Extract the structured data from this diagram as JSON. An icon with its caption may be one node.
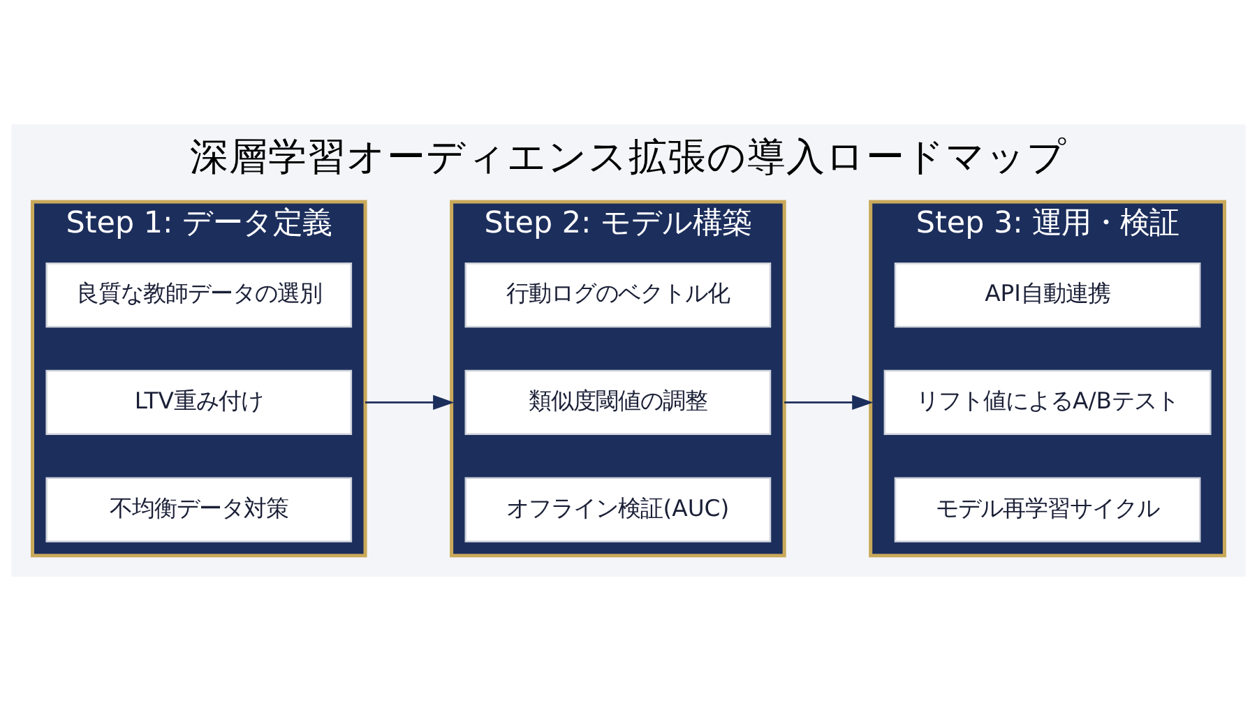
{
  "diagram": {
    "title": "深層学習オーディエンス拡張の導入ロードマップ",
    "nodes": [
      {
        "text": [
          "Step 1: データ定義"
        ]
      },
      {
        "text": [
          "良質な教師データの選別"
        ],
        "in": 0
      },
      {
        "text": [
          "LTV重み付け"
        ],
        "in": 0
      },
      {
        "text": [
          "不均衡データ対策"
        ],
        "in": 0
      },
      {
        "text": [
          "Step 2: モデル構築"
        ]
      },
      {
        "text": [
          "行動ログのベクトル化"
        ],
        "in": 4
      },
      {
        "text": [
          "類似度閾値の調整"
        ],
        "in": 4
      },
      {
        "text": [
          "オフライン検証(AUC)"
        ],
        "in": 4
      },
      {
        "text": [
          "Step 3: 運用・検証"
        ]
      },
      {
        "text": [
          "API自動連携"
        ],
        "in": 8
      },
      {
        "text": [
          "リフト値によるA/Bテスト"
        ],
        "in": 8
      },
      {
        "text": [
          "モデル再学習サイクル"
        ],
        "in": 8
      }
    ],
    "edges": [
      {
        "from": 0,
        "to": 4,
        "arrow": "to"
      },
      {
        "from": 4,
        "to": 8,
        "arrow": "to"
      }
    ]
  }
}
